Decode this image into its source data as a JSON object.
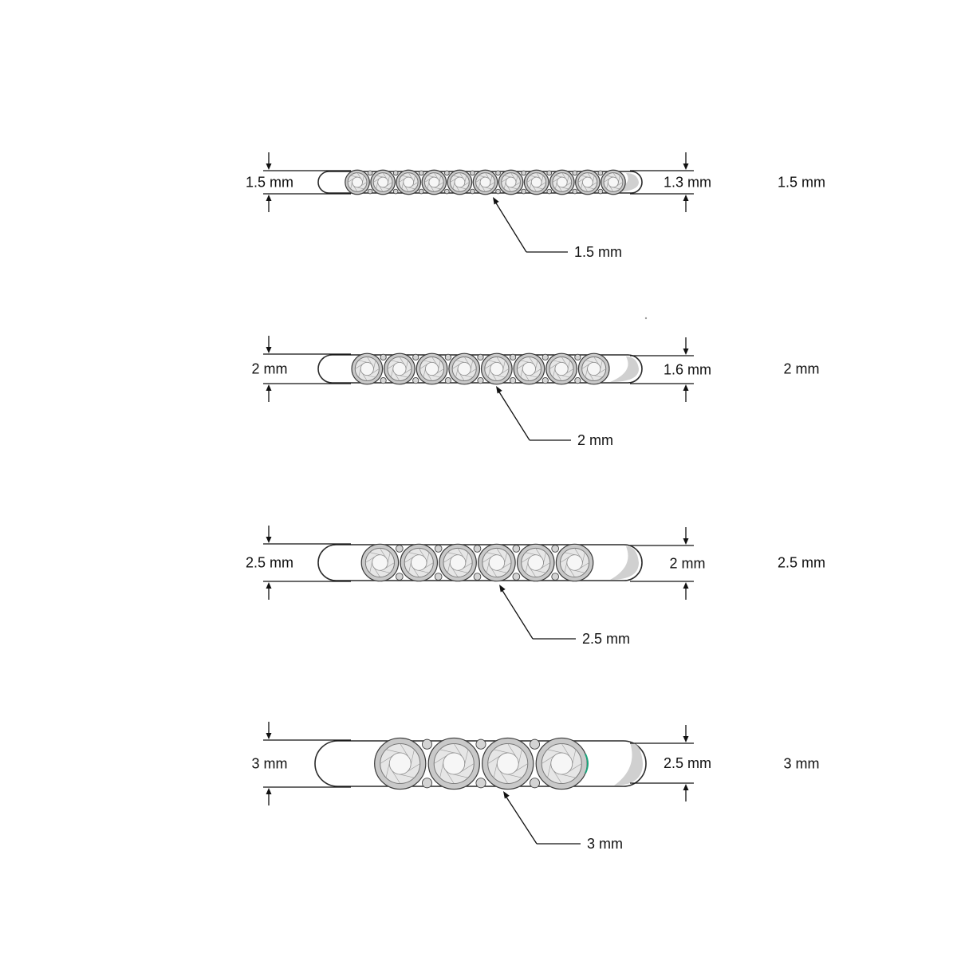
{
  "rows": [
    {
      "id": "1-5",
      "left_height": "1.5 mm",
      "right_height": "1.3 mm",
      "stone_size": "1.5 mm",
      "width_label": "1.5 mm",
      "stone_count": 11
    },
    {
      "id": "2",
      "left_height": "2 mm",
      "right_height": "1.6 mm",
      "stone_size": "2 mm",
      "width_label": "2 mm",
      "stone_count": 8
    },
    {
      "id": "2-5",
      "left_height": "2.5 mm",
      "right_height": "2 mm",
      "stone_size": "2.5 mm",
      "width_label": "2.5 mm",
      "stone_count": 6
    },
    {
      "id": "3",
      "left_height": "3 mm",
      "right_height": "2.5 mm",
      "stone_size": "3 mm",
      "width_label": "3 mm",
      "stone_count": 4
    }
  ],
  "colors": {
    "line": "#111111",
    "stone": "#c9c9c9",
    "band": "#ffffff",
    "accent": "#1aa37a"
  }
}
